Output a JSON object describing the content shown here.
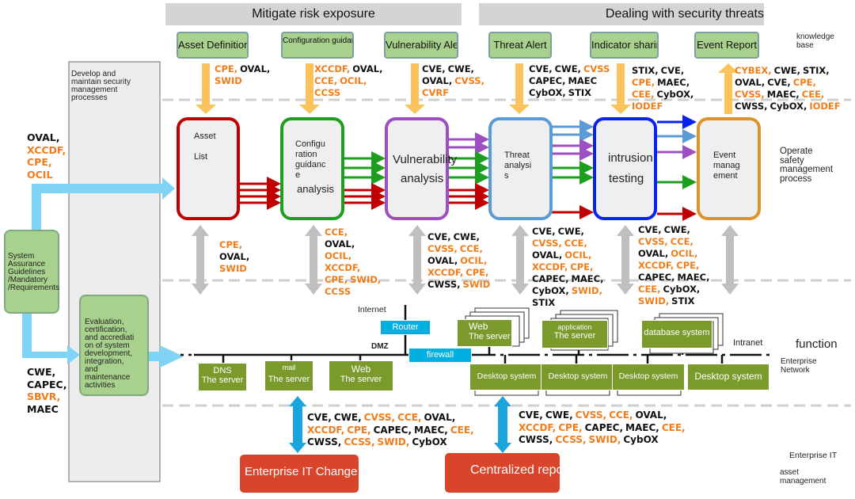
{
  "headers": {
    "left": "Mitigate risk exposure",
    "right": "Dealing with security threats"
  },
  "knowledge_sources": [
    {
      "label": "Asset Definition"
    },
    {
      "label": "Configuration guidance"
    },
    {
      "label": "Vulnerability Alert"
    },
    {
      "label": "Threat Alert"
    },
    {
      "label": "Indicator sharing"
    },
    {
      "label": "Event Report"
    }
  ],
  "layer_labels": {
    "knowledge_base": "knowledge\nbase",
    "operate": "Operate\nsafety\nmanagement\nprocess",
    "function": "function",
    "enterprise_network": "Enterprise\nNetwork",
    "enterprise_it_asset": "Enterprise IT",
    "asset_management": "asset\nmanagement"
  },
  "left_column": {
    "develop": "Develop and\nmaintain security\nmanagement\nprocesses",
    "system_assurance": "System\nAssurance\nGuidelines\n/Mandatory\n/Requirements",
    "evaluation": "Evaluation,\ncertification,\nand accrediati\non of system\ndevelopment,\nintegration,\nand\nmaintenance\nactivities",
    "top_standards": [
      {
        "t": "OVAL,",
        "c": "k"
      },
      {
        "t": "XCCDF,",
        "c": "o"
      },
      {
        "t": "CPE,",
        "c": "o"
      },
      {
        "t": "OCIL",
        "c": "o"
      }
    ],
    "bottom_standards": [
      {
        "t": "CWE,",
        "c": "k"
      },
      {
        "t": "CAPEC,",
        "c": "k"
      },
      {
        "t": "SBVR,",
        "c": "o"
      },
      {
        "t": "MAEC",
        "c": "k"
      }
    ]
  },
  "top_standards": [
    [
      [
        {
          "t": "CPE,",
          "c": "o"
        },
        {
          "t": "OVAL,",
          "c": "k"
        }
      ],
      [
        {
          "t": "SWID",
          "c": "o"
        }
      ]
    ],
    [
      [
        {
          "t": "XCCDF,",
          "c": "o"
        },
        {
          "t": "OVAL,",
          "c": "k"
        }
      ],
      [
        {
          "t": "CCE,",
          "c": "o"
        },
        {
          "t": "OCIL,",
          "c": "o"
        }
      ],
      [
        {
          "t": "CCSS",
          "c": "o"
        }
      ]
    ],
    [
      [
        {
          "t": "CVE,",
          "c": "k"
        },
        {
          "t": "CWE,",
          "c": "k"
        }
      ],
      [
        {
          "t": "OVAL,",
          "c": "k"
        },
        {
          "t": "CVSS,",
          "c": "o"
        }
      ],
      [
        {
          "t": "CVRF",
          "c": "o"
        }
      ]
    ],
    [
      [
        {
          "t": "CVE,",
          "c": "k"
        },
        {
          "t": "CWE,",
          "c": "k"
        },
        {
          "t": "CVSS",
          "c": "o"
        }
      ],
      [
        {
          "t": "CAPEC,",
          "c": "k"
        },
        {
          "t": "MAEC",
          "c": "k"
        }
      ],
      [
        {
          "t": "CybOX,",
          "c": "k"
        },
        {
          "t": "STIX",
          "c": "k"
        }
      ]
    ],
    [
      [
        {
          "t": "STIX,",
          "c": "k"
        },
        {
          "t": "CVE,",
          "c": "k"
        }
      ],
      [
        {
          "t": "CPE,",
          "c": "o"
        },
        {
          "t": "MAEC,",
          "c": "k"
        }
      ],
      [
        {
          "t": "CEE,",
          "c": "o"
        },
        {
          "t": "CybOX,",
          "c": "k"
        }
      ],
      [
        {
          "t": "IODEF",
          "c": "o"
        }
      ]
    ],
    [
      [
        {
          "t": "CYBEX,",
          "c": "o"
        },
        {
          "t": "CWE,",
          "c": "k"
        },
        {
          "t": "STIX,",
          "c": "k"
        }
      ],
      [
        {
          "t": "OVAL,",
          "c": "k"
        },
        {
          "t": "CVE,",
          "c": "k"
        },
        {
          "t": "CPE,",
          "c": "o"
        }
      ],
      [
        {
          "t": "CVSS,",
          "c": "o"
        },
        {
          "t": "MAEC,",
          "c": "k"
        },
        {
          "t": "CEE,",
          "c": "o"
        }
      ],
      [
        {
          "t": "CWSS,",
          "c": "k"
        },
        {
          "t": "CybOX,",
          "c": "k"
        },
        {
          "t": "IODEF",
          "c": "o"
        }
      ]
    ]
  ],
  "processes": [
    {
      "label": "Asset\n\nList",
      "color": "#c00000"
    },
    {
      "label": "Configu\nration\nguidanc\ne",
      "label2": "analysis",
      "color": "#1e9e1e"
    },
    {
      "label": "Vulnerability",
      "label2": "analysis",
      "color": "#9b4fc0"
    },
    {
      "label": "Threat\nanalysi\ns",
      "color": "#5b9bd5"
    },
    {
      "label": "intrusion",
      "label2": "testing",
      "color": "#0a22ee"
    },
    {
      "label": "Event\nmanag\nement",
      "color": "#e0922a"
    }
  ],
  "mid_standards": [
    [
      [
        {
          "t": "CPE,",
          "c": "o"
        }
      ],
      [
        {
          "t": "OVAL,",
          "c": "k"
        }
      ],
      [
        {
          "t": "SWID",
          "c": "o"
        }
      ]
    ],
    [
      [
        {
          "t": "CCE,",
          "c": "o"
        }
      ],
      [
        {
          "t": "OVAL,",
          "c": "k"
        }
      ],
      [
        {
          "t": "OCIL,",
          "c": "o"
        }
      ],
      [
        {
          "t": "XCCDF,",
          "c": "o"
        }
      ],
      [
        {
          "t": "CPE,",
          "c": "o"
        },
        {
          "t": "SWID,",
          "c": "o"
        }
      ],
      [
        {
          "t": "CCSS",
          "c": "o"
        }
      ]
    ],
    [
      [
        {
          "t": "CVE,",
          "c": "k"
        },
        {
          "t": "CWE,",
          "c": "k"
        }
      ],
      [
        {
          "t": "CVSS,",
          "c": "o"
        },
        {
          "t": "CCE,",
          "c": "o"
        }
      ],
      [
        {
          "t": "OVAL,",
          "c": "k"
        },
        {
          "t": "OCIL,",
          "c": "o"
        }
      ],
      [
        {
          "t": "XCCDF,",
          "c": "o"
        },
        {
          "t": "CPE,",
          "c": "o"
        }
      ],
      [
        {
          "t": "CWSS,",
          "c": "k"
        },
        {
          "t": "SWID",
          "c": "o"
        }
      ]
    ],
    [
      [
        {
          "t": "CVE,",
          "c": "k"
        },
        {
          "t": "CWE,",
          "c": "k"
        }
      ],
      [
        {
          "t": "CVSS,",
          "c": "o"
        },
        {
          "t": "CCE,",
          "c": "o"
        }
      ],
      [
        {
          "t": "OVAL,",
          "c": "k"
        },
        {
          "t": "OCIL,",
          "c": "o"
        }
      ],
      [
        {
          "t": "XCCDF,",
          "c": "o"
        },
        {
          "t": "CPE,",
          "c": "o"
        }
      ],
      [
        {
          "t": "CAPEC,",
          "c": "k"
        },
        {
          "t": "MAEC,",
          "c": "k"
        }
      ],
      [
        {
          "t": "CybOX,",
          "c": "k"
        },
        {
          "t": "SWID,",
          "c": "o"
        }
      ],
      [
        {
          "t": "STIX",
          "c": "k"
        }
      ]
    ],
    [
      [
        {
          "t": "CVE,",
          "c": "k"
        },
        {
          "t": "CWE,",
          "c": "k"
        }
      ],
      [
        {
          "t": "CVSS,",
          "c": "o"
        },
        {
          "t": "CCE,",
          "c": "o"
        }
      ],
      [
        {
          "t": "OVAL,",
          "c": "k"
        },
        {
          "t": "OCIL,",
          "c": "o"
        }
      ],
      [
        {
          "t": "XCCDF,",
          "c": "o"
        },
        {
          "t": "CPE,",
          "c": "o"
        }
      ],
      [
        {
          "t": "CAPEC,",
          "c": "k"
        },
        {
          "t": "MAEC,",
          "c": "k"
        }
      ],
      [
        {
          "t": "CEE,",
          "c": "o"
        },
        {
          "t": "CybOX,",
          "c": "k"
        }
      ],
      [
        {
          "t": "SWID,",
          "c": "o"
        },
        {
          "t": "STIX",
          "c": "k"
        }
      ]
    ]
  ],
  "network": {
    "internet": "Internet",
    "router": "Router",
    "dmz": "DMZ",
    "firewall": "firewall",
    "intranet": "Intranet",
    "dmz_servers": [
      {
        "a": "DNS",
        "b": "The server"
      },
      {
        "a": "mail",
        "b": "The server"
      },
      {
        "a": "Web",
        "b": "The server"
      }
    ],
    "intranet_servers": [
      {
        "a": "Web",
        "b": "The server"
      },
      {
        "a": "application",
        "b": "The server"
      },
      {
        "a": "database system",
        "b": ""
      }
    ],
    "desktops": [
      "Desktop system",
      "Desktop system",
      "Desktop system",
      "Desktop system"
    ]
  },
  "bottom_standards": [
    [
      [
        {
          "t": "CVE,",
          "c": "k"
        },
        {
          "t": "CWE,",
          "c": "k"
        },
        {
          "t": "CVSS,",
          "c": "o"
        },
        {
          "t": "CCE,",
          "c": "o"
        },
        {
          "t": "OVAL,",
          "c": "k"
        }
      ],
      [
        {
          "t": "XCCDF,",
          "c": "o"
        },
        {
          "t": "CPE,",
          "c": "o"
        },
        {
          "t": "CAPEC,",
          "c": "k"
        },
        {
          "t": "MAEC,",
          "c": "k"
        },
        {
          "t": "CEE,",
          "c": "o"
        }
      ],
      [
        {
          "t": "CWSS,",
          "c": "k"
        },
        {
          "t": "CCSS,",
          "c": "o"
        },
        {
          "t": "SWID,",
          "c": "o"
        },
        {
          "t": "CybOX",
          "c": "k"
        }
      ]
    ],
    [
      [
        {
          "t": "CVE,",
          "c": "k"
        },
        {
          "t": "CWE,",
          "c": "k"
        },
        {
          "t": "CVSS,",
          "c": "o"
        },
        {
          "t": "CCE,",
          "c": "o"
        },
        {
          "t": "OVAL,",
          "c": "k"
        }
      ],
      [
        {
          "t": "XCCDF,",
          "c": "o"
        },
        {
          "t": "CPE,",
          "c": "o"
        },
        {
          "t": "CAPEC,",
          "c": "k"
        },
        {
          "t": "MAEC,",
          "c": "k"
        },
        {
          "t": "CEE,",
          "c": "o"
        }
      ],
      [
        {
          "t": "CWSS,",
          "c": "k"
        },
        {
          "t": "CCSS,",
          "c": "o"
        },
        {
          "t": "SWID,",
          "c": "o"
        },
        {
          "t": "CybOX",
          "c": "k"
        }
      ]
    ]
  ],
  "bottom_buttons": [
    {
      "label": "Enterprise IT Change Management"
    },
    {
      "label": "Centralized report"
    }
  ],
  "colors": {
    "orange": "#f07c1a",
    "arrow_yellow": "#fbc35b",
    "arrow_gray": "#bfbfbf",
    "arrow_cyan": "#7fd3f5",
    "server_green": "#7a9a2c"
  }
}
